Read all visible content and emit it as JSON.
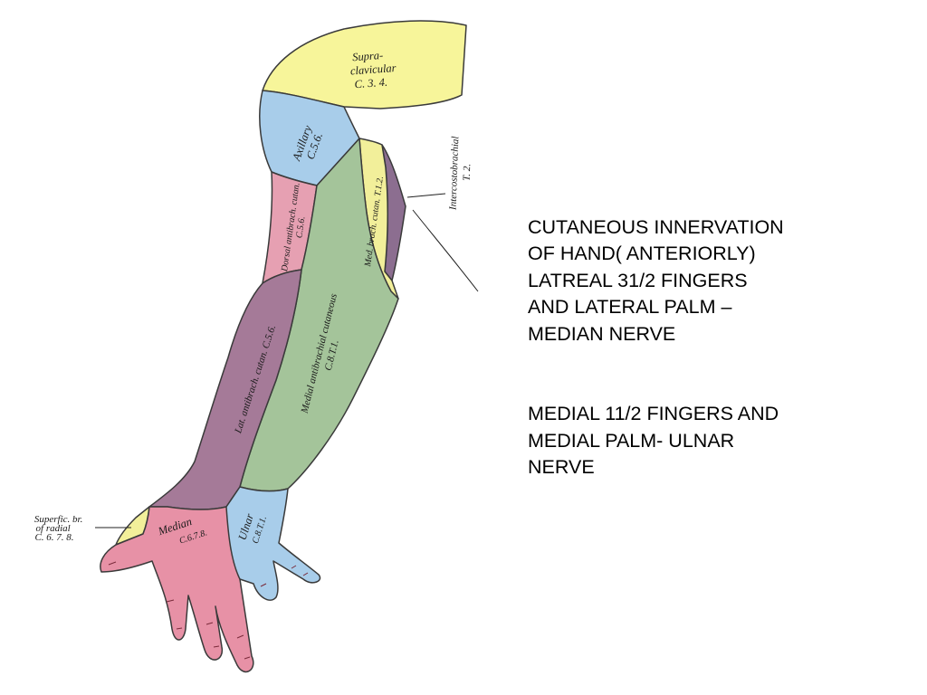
{
  "diagram": {
    "colors": {
      "supraclavicular": "#f7f59a",
      "axillary": "#a8cdea",
      "lateral_antebrachial": "#a57a98",
      "posterior_antebrachial": "#e6a0b2",
      "medial_antebrachial": "#a4c49a",
      "medial_brachial": "#f2ef9a",
      "intercostobrachial": "#8c6e90",
      "median": "#e791a6",
      "ulnar": "#a8cdea",
      "radial": "#f2ef9a"
    },
    "labels": {
      "supraclavicular": [
        "Supra-",
        "clavicular",
        "C. 3. 4."
      ],
      "axillary": [
        "Axillary",
        "C.5.6."
      ],
      "post_antebrach": [
        "Dorsal antibrach. cutan.",
        "C.5.6."
      ],
      "medial_brach": "Med. brach. cutan. T.1.2.",
      "intercostobrachial": [
        "Intercostobrachial",
        "T. 2."
      ],
      "lateral_antebrach": "Lat. antibrach. cutan. C.5.6.",
      "medial_antebrach": [
        "Medial antibrachial cutaneous",
        "C.8.T.1."
      ],
      "median": [
        "Median",
        "C.6.7.8."
      ],
      "ulnar": [
        "Ulnar",
        "C.8.T.1."
      ],
      "superficial_radial": [
        "Superfic. br.",
        "of radial",
        "C. 6. 7. 8."
      ]
    }
  },
  "text": {
    "paragraph_1": "CUTANEOUS INNERVATION\nOF HAND( ANTERIORLY)\nLATREAL 31/2 FINGERS\nAND LATERAL PALM –\nMEDIAN NERVE",
    "paragraph_2": "MEDIAL 11/2 FINGERS AND\nMEDIAL PALM- ULNAR\nNERVE"
  }
}
